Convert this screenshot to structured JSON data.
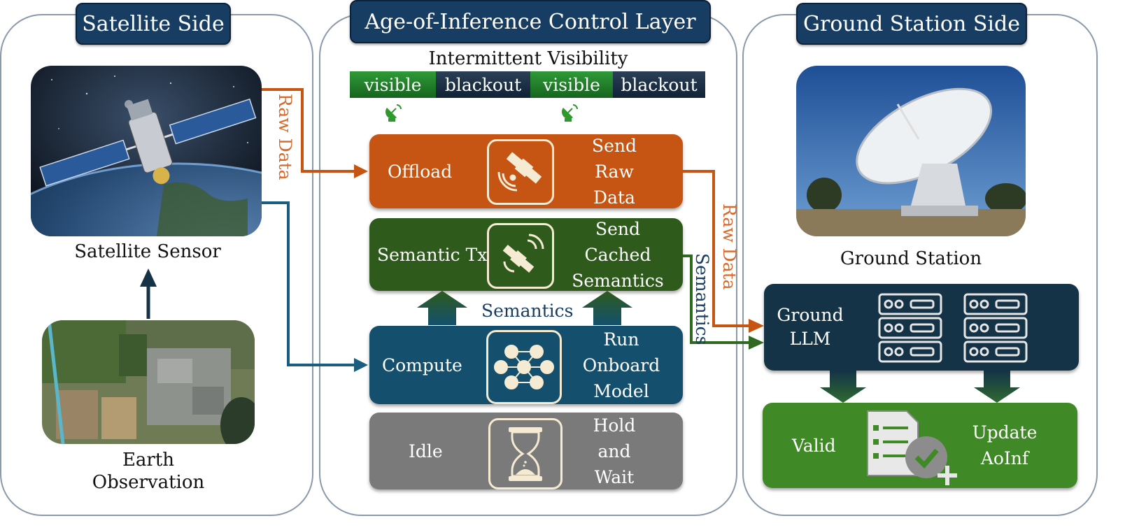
{
  "headers": {
    "satellite_side": "Satellite Side",
    "control_layer": "Age-of-Inference Control Layer",
    "ground_side": "Ground Station Side"
  },
  "left": {
    "satellite_caption": "Satellite Sensor",
    "earth_caption_line1": "Earth",
    "earth_caption_line2": "Observation"
  },
  "visibility": {
    "title": "Intermittent Visibility",
    "segments": [
      "visible",
      "blackout",
      "visible",
      "blackout"
    ]
  },
  "states": {
    "offload": {
      "label": "Offload",
      "desc": [
        "Send",
        "Raw",
        "Data"
      ]
    },
    "semantic_tx": {
      "label": "Semantic Tx",
      "desc": [
        "Send",
        "Cached",
        "Semantics"
      ]
    },
    "compute": {
      "label": "Compute",
      "desc": [
        "Run",
        "Onboard",
        "Model"
      ]
    },
    "idle": {
      "label": "Idle",
      "desc": [
        "Hold",
        "and",
        "Wait"
      ]
    }
  },
  "arrows": {
    "raw_data_left": "Raw Data",
    "raw_data_right": "Raw Data",
    "semantics_vertical": "Semantics",
    "semantics_mid": "Semantics"
  },
  "right": {
    "ground_station_caption": "Ground Station",
    "llm_label_line1": "Ground",
    "llm_label_line2": "LLM",
    "valid_label": "Valid",
    "update_line1": "Update",
    "update_line2": "AoInf"
  },
  "colors": {
    "header_navy": "#173d63",
    "offload_orange": "#c65413",
    "semantic_green": "#2e5b1c",
    "compute_teal": "#14506e",
    "idle_gray": "#7a7a7a",
    "llm_navy": "#143347",
    "valid_green": "#3f8a27",
    "raw_arrow": "#c65413",
    "compute_arrow": "#1b5d7f",
    "semantics_arrow": "#2f6a20"
  }
}
